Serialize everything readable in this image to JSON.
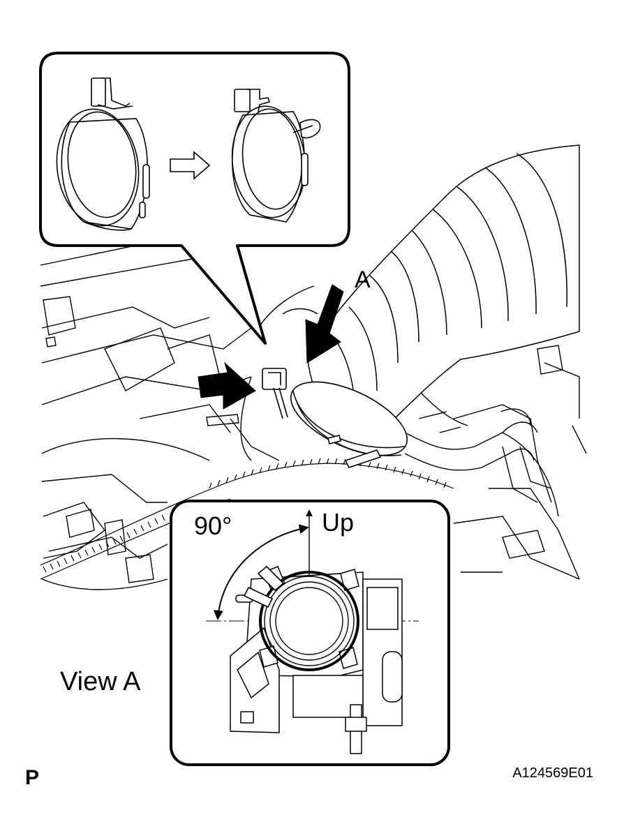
{
  "labels": {
    "view_letter": "A",
    "angle": "90°",
    "direction": "Up",
    "view_title": "View A",
    "corner_mark": "P",
    "figure_code": "A124569E01"
  },
  "colors": {
    "ink": "#000000",
    "paper": "#ffffff"
  }
}
